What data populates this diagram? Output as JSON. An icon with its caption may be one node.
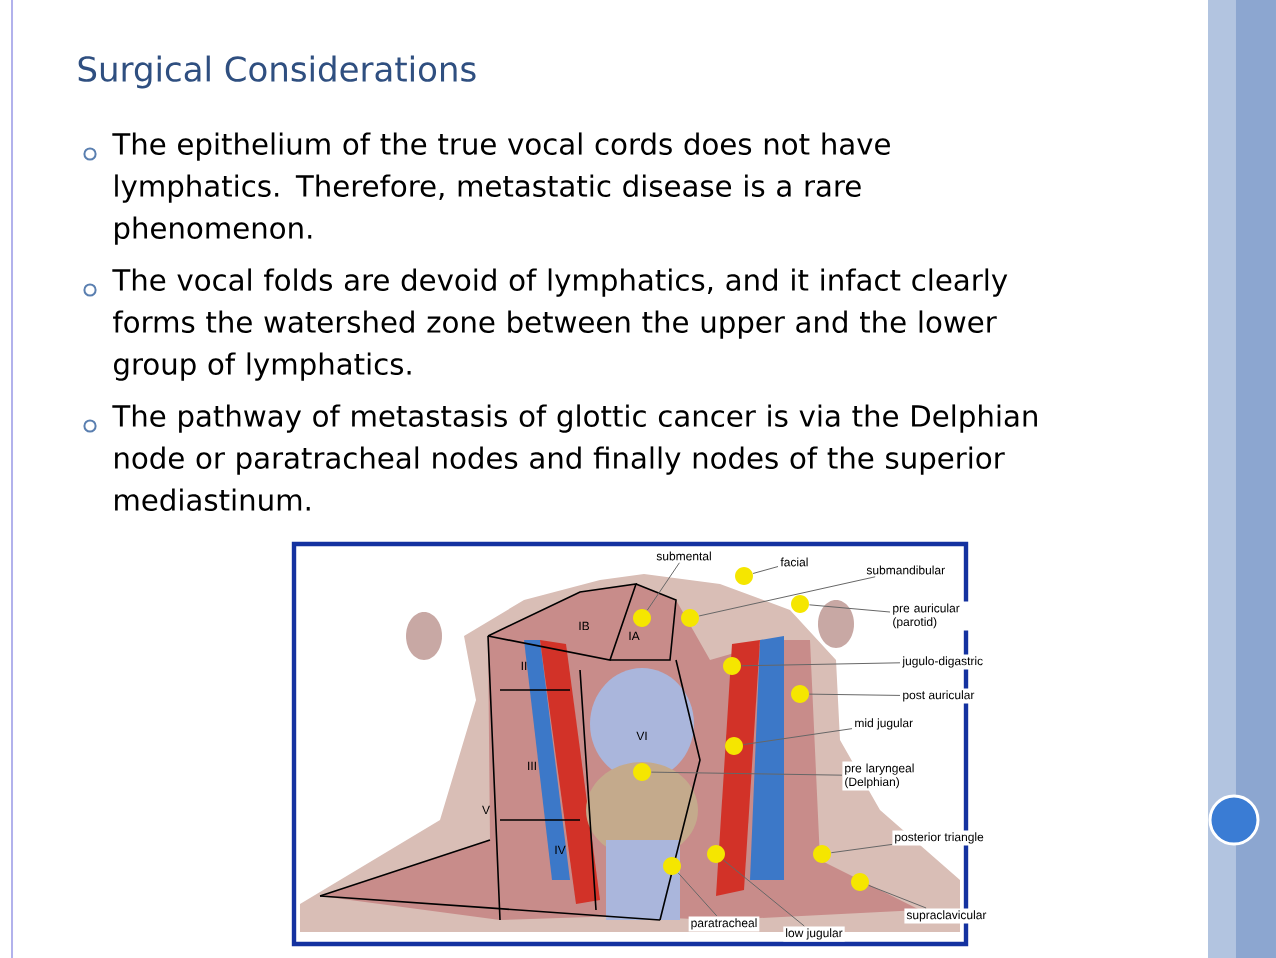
{
  "diagram": {
    "title": "Surgical Considerations",
    "nodes": [
      {
        "text": [
          "submental"
        ]
      },
      {
        "text": [
          "facial"
        ]
      },
      {
        "text": [
          "submandibular"
        ]
      },
      {
        "text": [
          "pre auricular (parotid)"
        ]
      },
      {
        "text": [
          "jugulo-digastric"
        ]
      },
      {
        "text": [
          "post auricular"
        ]
      },
      {
        "text": [
          "mid jugular"
        ]
      },
      {
        "text": [
          "pre laryngeal (Delphian)"
        ]
      },
      {
        "text": [
          "posterior triangle"
        ]
      },
      {
        "text": [
          "supraclavicular"
        ]
      },
      {
        "text": [
          "paratracheal"
        ]
      },
      {
        "text": [
          "low jugular"
        ]
      },
      {
        "text": [],
        "shape": "circle"
      },
      {
        "text": [],
        "shape": "circle"
      },
      {
        "text": [],
        "shape": "circle"
      },
      {
        "text": [],
        "shape": "circle"
      },
      {
        "text": [],
        "shape": "circle"
      },
      {
        "text": [],
        "shape": "circle"
      },
      {
        "text": [],
        "shape": "circle"
      },
      {
        "text": [],
        "shape": "circle"
      },
      {
        "text": [],
        "shape": "circle"
      },
      {
        "text": [],
        "shape": "circle"
      },
      {
        "text": [],
        "shape": "circle"
      },
      {
        "text": [],
        "shape": "circle"
      }
    ],
    "edges": [
      {
        "from": 0,
        "to": 14,
        "arrow": "none"
      },
      {
        "from": 1,
        "to": 12,
        "arrow": "none"
      },
      {
        "from": 2,
        "to": 15,
        "arrow": "none"
      },
      {
        "from": 3,
        "to": 13,
        "arrow": "none"
      },
      {
        "from": 4,
        "to": 16,
        "arrow": "none"
      },
      {
        "from": 5,
        "to": 17,
        "arrow": "none"
      },
      {
        "from": 6,
        "to": 18,
        "arrow": "none"
      },
      {
        "from": 7,
        "to": 19,
        "arrow": "none"
      },
      {
        "from": 8,
        "to": 21,
        "arrow": "none"
      },
      {
        "from": 9,
        "to": 23,
        "arrow": "none"
      },
      {
        "from": 10,
        "to": 22,
        "arrow": "none"
      },
      {
        "from": 11,
        "to": 20,
        "arrow": "none"
      }
    ],
    "labels": [
      "The epithelium of the true vocal cords does not have lymphatics. Therefore, metastatic disease is a rare phenomenon.",
      "The vocal folds are devoid of lymphatics, and it infact clearly forms the watershed zone between the upper and the lower group of lymphatics.",
      "The pathway of metastasis of glottic cancer is via the Delphian node   or paratracheal nodes and finally nodes of the superior mediastinum.",
      "IB",
      "IA",
      "II",
      "VI",
      "III",
      "V",
      "IV"
    ]
  }
}
